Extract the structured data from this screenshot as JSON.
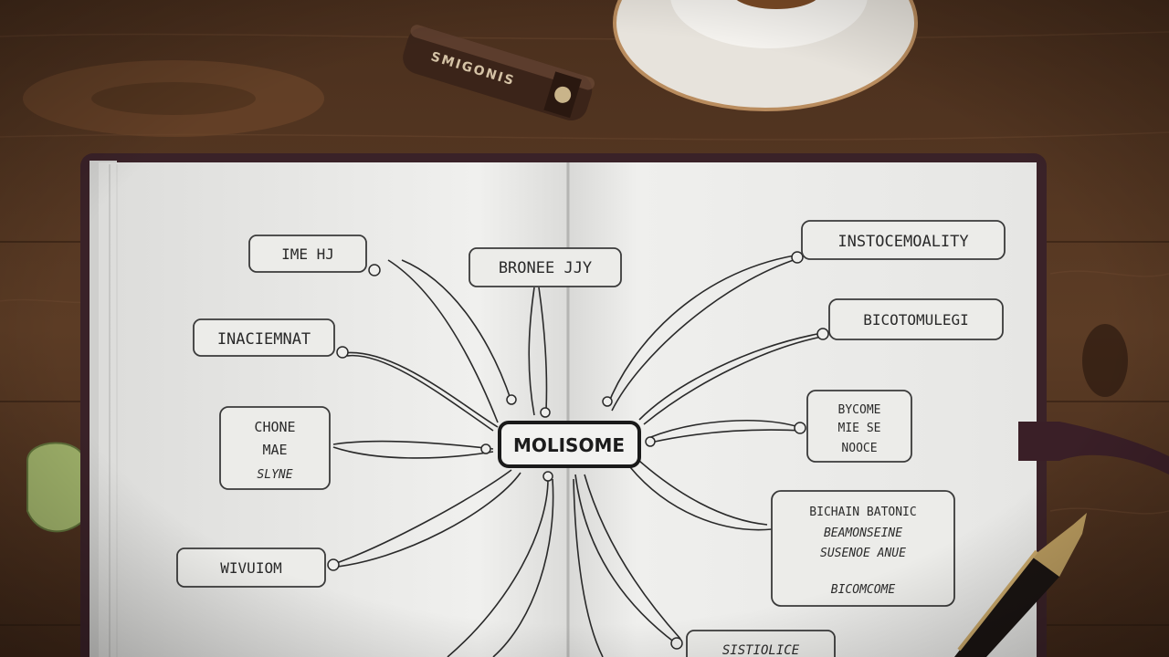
{
  "mindmap": {
    "center": "MOLISOME",
    "nodes": [
      {
        "id": "n1",
        "label": "IME HJ",
        "lines": [
          "IME HJ"
        ]
      },
      {
        "id": "n2",
        "label": "BRONEE JJY",
        "lines": [
          "BRONEE JJY"
        ]
      },
      {
        "id": "n3",
        "label": "INACIEMNAT",
        "lines": [
          "INACIEMNAT"
        ]
      },
      {
        "id": "n4",
        "label": "CHONE MAE SLYNE",
        "lines": [
          "CHONE",
          "MAE",
          "SLYNE"
        ]
      },
      {
        "id": "n5",
        "label": "WIVUIOM",
        "lines": [
          "WIVUIOM"
        ]
      },
      {
        "id": "n6",
        "label": "INSTOCEMOALITY",
        "lines": [
          "INSTOCEMOALITY"
        ]
      },
      {
        "id": "n7",
        "label": "BICOTOMULEGI",
        "lines": [
          "BICOTOMULEGI"
        ]
      },
      {
        "id": "n8",
        "label": "BYCOME MIE SE NOOCE",
        "lines": [
          "BYCOME",
          "MIE SE",
          "NOOCE"
        ]
      },
      {
        "id": "n9",
        "label": "BICHAIN BATONIC",
        "lines": [
          "BICHAIN BATONIC",
          "BEAMONSEINE",
          "SUSENOE ANUE",
          "BICOMCOME"
        ]
      },
      {
        "id": "n10",
        "label": "SISTIOLICE",
        "lines": [
          "SISTIOLICE"
        ]
      }
    ]
  },
  "props": {
    "pen_cap_text": "SMIGONIS"
  },
  "colors": {
    "wood_dark": "#3b2619",
    "wood_mid": "#5a3a24",
    "paper": "#ececea",
    "ink": "#2a2a2a",
    "cover": "#3a2228"
  }
}
